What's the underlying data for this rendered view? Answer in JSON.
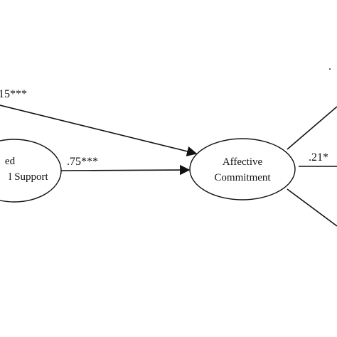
{
  "diagram": {
    "nodes": {
      "perceived_support": {
        "lines": [
          "ed",
          "l Support"
        ]
      },
      "affective_commitment": {
        "lines": [
          "Affective",
          "Commitment"
        ]
      }
    },
    "paths": {
      "top_left_to_commitment": {
        "coefficient": "15***"
      },
      "support_to_commitment": {
        "coefficient": ".75***"
      },
      "commitment_to_right": {
        "coefficient": ".21*"
      },
      "top_right_partial": {
        "coefficient": "."
      }
    }
  }
}
